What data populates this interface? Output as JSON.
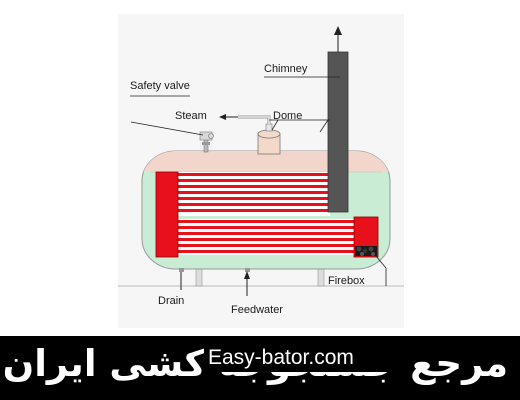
{
  "diagram": {
    "labels": {
      "chimney": "Chimney",
      "safety_valve": "Safety valve",
      "steam": "Steam",
      "dome": "Dome",
      "firebox": "Firebox",
      "drain": "Drain",
      "feedwater": "Feedwater"
    },
    "colors": {
      "water": "#c8ecd4",
      "steam_space": "#f2d6cc",
      "tube_red": "#e8101a",
      "chimney": "#555555",
      "dome": "#f3d9c9"
    }
  },
  "banner": {
    "text": "مرجع جستجوجه کشی ایران",
    "watermark": "Easy-bator.com"
  }
}
